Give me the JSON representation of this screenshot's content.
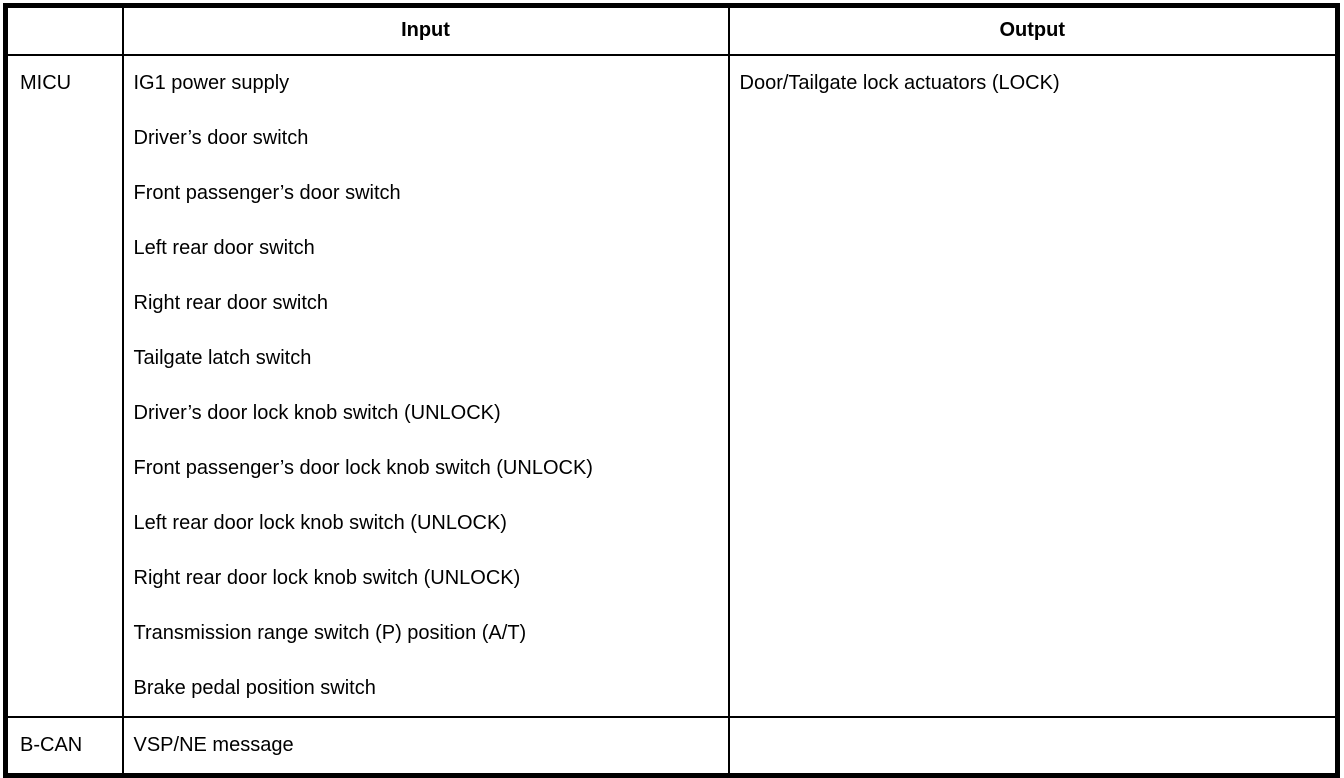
{
  "table": {
    "headers": [
      "",
      "Input",
      "Output"
    ],
    "rows": [
      {
        "source": "MICU",
        "inputs": [
          "IG1 power supply",
          "Driver’s door switch",
          "Front passenger’s door switch",
          "Left rear door switch",
          "Right rear door switch",
          "Tailgate latch switch",
          "Driver’s door lock knob switch (UNLOCK)",
          "Front passenger’s door lock knob switch (UNLOCK)",
          "Left rear door lock knob switch (UNLOCK)",
          "Right rear door lock knob switch (UNLOCK)",
          "Transmission range switch (P) position (A/T)",
          "Brake pedal position switch"
        ],
        "outputs": [
          "Door/Tailgate lock actuators (LOCK)"
        ]
      },
      {
        "source": "B-CAN",
        "inputs": [
          "VSP/NE message"
        ],
        "outputs": []
      }
    ]
  },
  "colors": {
    "border": "#000000",
    "text": "#000000",
    "background": "#ffffff"
  }
}
